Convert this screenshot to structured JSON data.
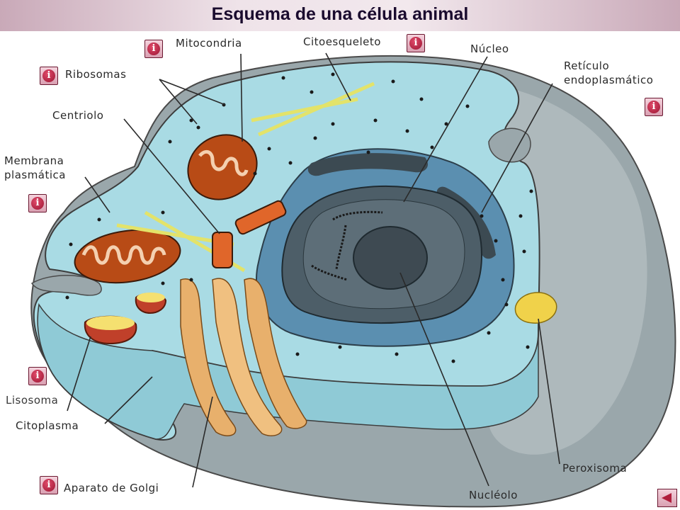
{
  "title": "Esquema de una célula animal",
  "labels": {
    "mitocondria": "Mitocondria",
    "citoesqueleto": "Citoesqueleto",
    "nucleo": "Núcleo",
    "reticulo_1": "Retículo",
    "reticulo_2": "endoplasmático",
    "ribosomas": "Ribosomas",
    "centriolo": "Centriolo",
    "membrana_1": "Membrana",
    "membrana_2": "plasmática",
    "lisosoma": "Lisosoma",
    "citoplasma": "Citoplasma",
    "aparato_golgi": "Aparato de Golgi",
    "nucleolo": "Nucléolo",
    "peroxisoma": "Peroxisoma"
  },
  "info_button_glyph": "i",
  "icons": {
    "info": "info-icon",
    "back": "back-triangle-icon"
  },
  "colors": {
    "cytoplasm": "#a9dbe4",
    "membrane": "#8e9ea3",
    "nucleus": "#556b7a",
    "nucleolus": "#3e4a52",
    "mitochondria": "#b84b16",
    "golgi": "#e8b06c",
    "lysosome": "#f3e27a",
    "accent": "#b01e3c"
  }
}
